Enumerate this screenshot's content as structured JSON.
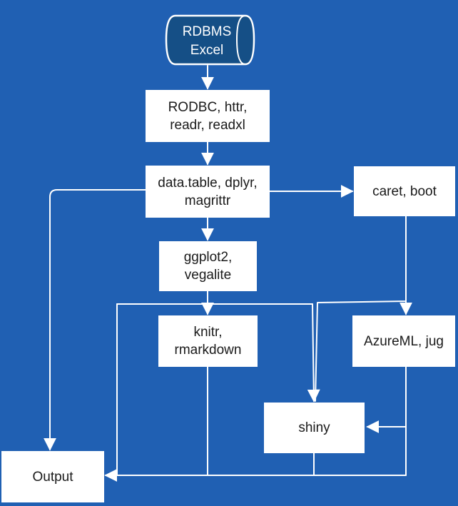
{
  "source": {
    "line1": "RDBMS",
    "line2": "Excel"
  },
  "nodes": {
    "rodbc": {
      "line1": "RODBC, httr,",
      "line2": "readr, readxl"
    },
    "datatable": {
      "line1": "data.table, dplyr,",
      "line2": "magrittr"
    },
    "caret": {
      "line1": "caret, boot"
    },
    "ggplot": {
      "line1": "ggplot2,",
      "line2": "vegalite"
    },
    "knitr": {
      "line1": "knitr,",
      "line2": "rmarkdown"
    },
    "azureml": {
      "line1": "AzureML, jug"
    },
    "shiny": {
      "line1": "shiny"
    },
    "output": {
      "line1": "Output"
    }
  },
  "colors": {
    "background": "#2060b3",
    "cylinder": "#154f86",
    "box": "#ffffff",
    "line": "#ffffff"
  }
}
